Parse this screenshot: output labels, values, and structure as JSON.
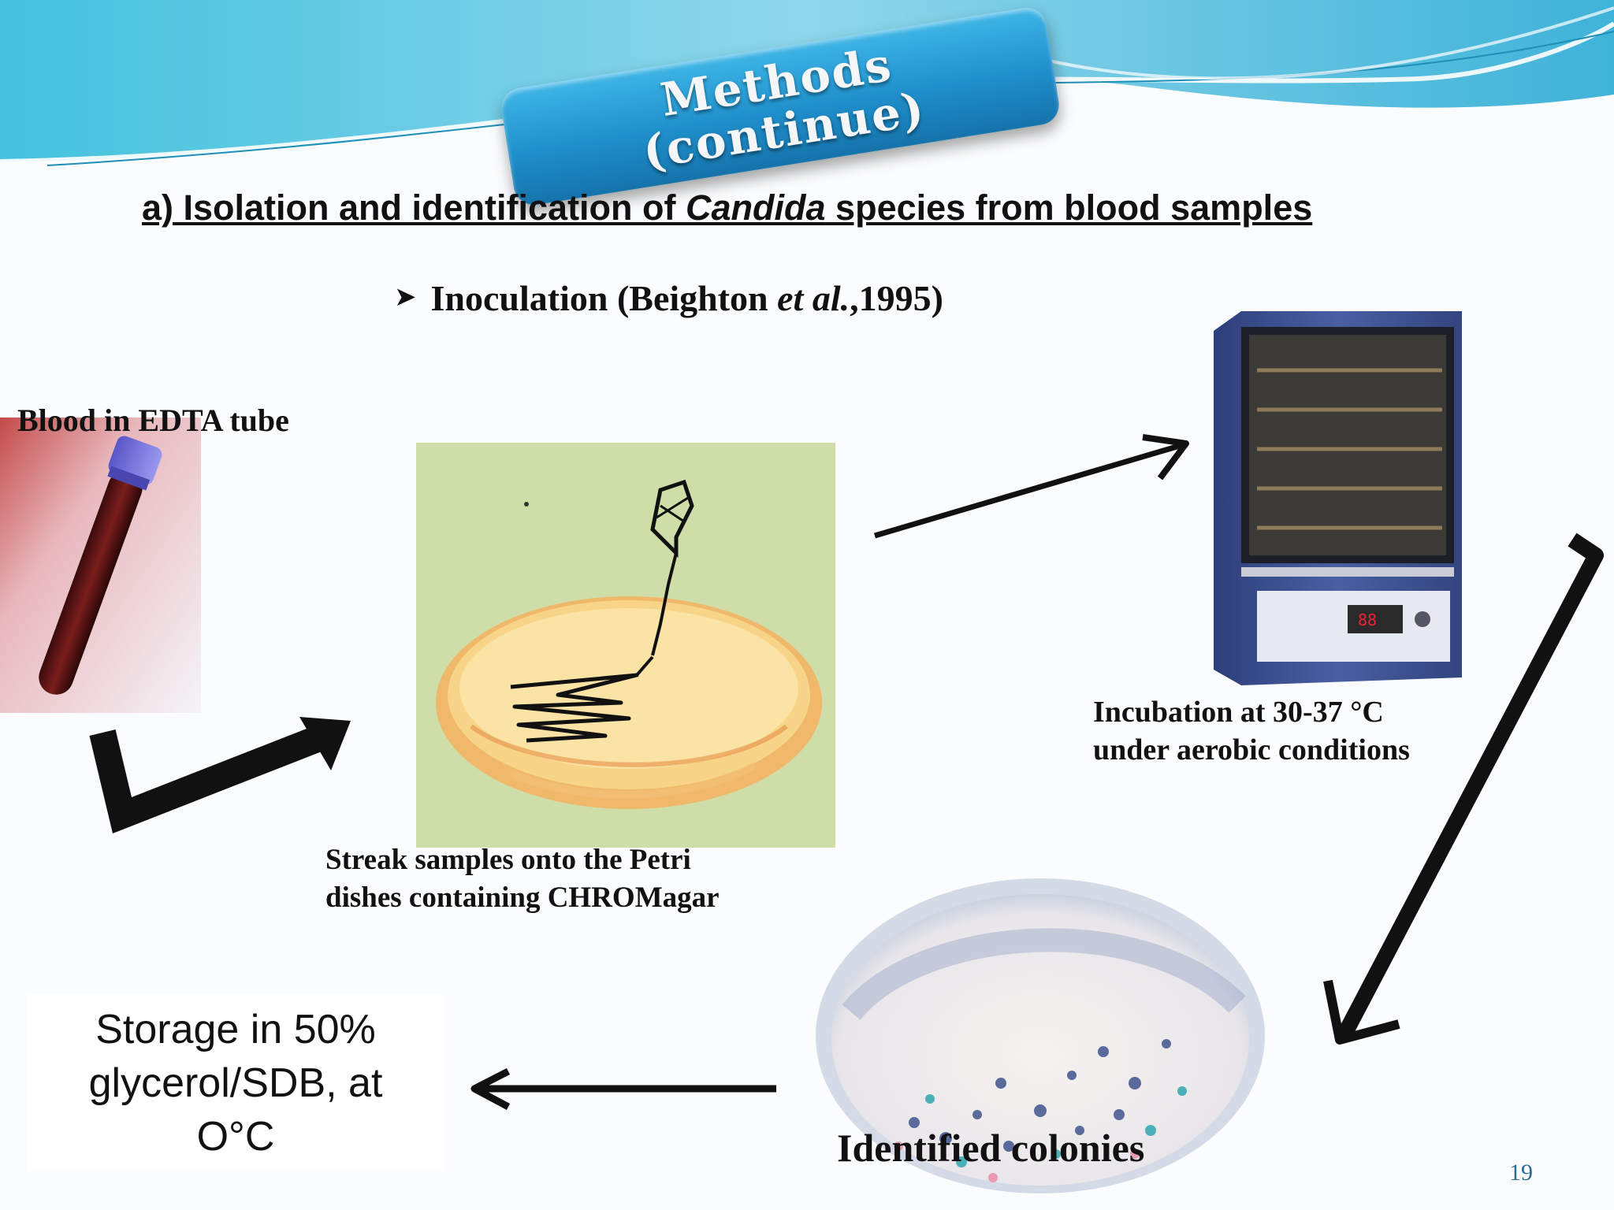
{
  "header": {
    "title_line1": "Methods",
    "title_line2": "(continue)"
  },
  "subtitle": {
    "prefix": "a) Isolation and identification of ",
    "italic": "Candida",
    "suffix": " species from blood samples"
  },
  "bullet": {
    "text_prefix": "Inoculation (Beighton ",
    "text_italic": "et al.",
    "text_suffix": ",1995)"
  },
  "steps": {
    "blood": "Blood in  EDTA  tube",
    "streak_line1": "Streak samples onto the Petri",
    "streak_line2": "dishes containing CHROMagar",
    "incubation_line1": "Incubation at 30-37 °C",
    "incubation_line2": "under aerobic conditions",
    "colonies": "Identified colonies",
    "storage_line1": "Storage in 50%",
    "storage_line2": "glycerol/SDB, at",
    "storage_line3": "O°C"
  },
  "page_number": "19",
  "colors": {
    "header_blue": "#2ea6dc",
    "text": "#111111",
    "page_number": "#2a6d8f"
  }
}
